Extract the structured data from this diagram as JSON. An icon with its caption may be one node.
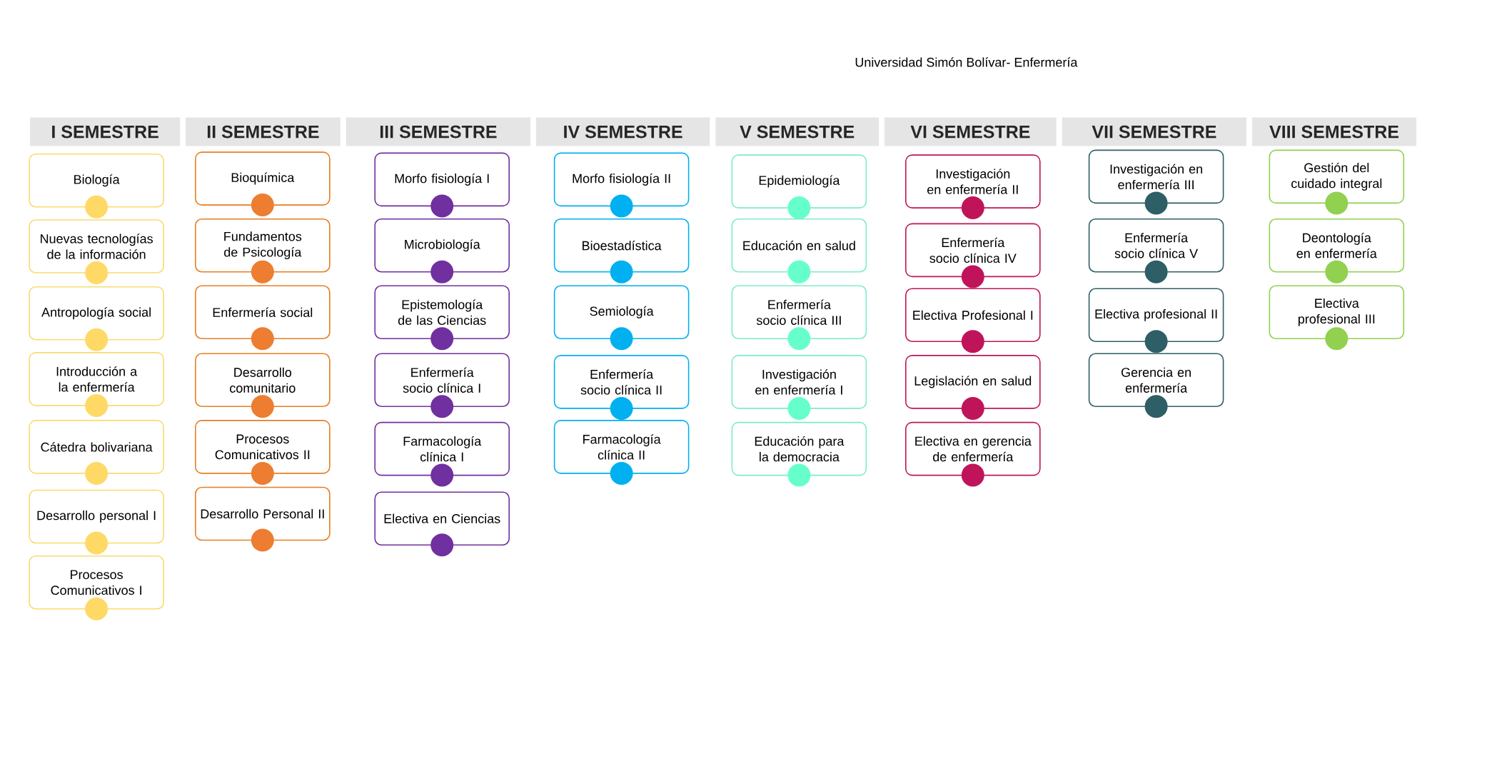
{
  "diagram": {
    "title": "Universidad Simón Bolívar- Enfermería",
    "nodes": [
      {
        "text": [
          "I SEMESTRE"
        ]
      },
      {
        "text": [
          "II SEMESTRE"
        ]
      },
      {
        "text": [
          "III SEMESTRE"
        ]
      },
      {
        "text": [
          "IV SEMESTRE"
        ]
      },
      {
        "text": [
          "V SEMESTRE"
        ]
      },
      {
        "text": [
          "VI SEMESTRE"
        ]
      },
      {
        "text": [
          "VII SEMESTRE"
        ]
      },
      {
        "text": [
          "VIII SEMESTRE"
        ]
      },
      {
        "text": [
          "Biología"
        ]
      },
      {
        "text": [
          "Nuevas tecnologías de la información"
        ]
      },
      {
        "text": [
          "Antropología social"
        ]
      },
      {
        "text": [
          "Introducción a la enfermería"
        ]
      },
      {
        "text": [
          "Cátedra bolivariana"
        ]
      },
      {
        "text": [
          "Desarrollo personal I"
        ]
      },
      {
        "text": [
          "Procesos Comunicativos I"
        ]
      },
      {
        "text": [
          "Bioquímica"
        ]
      },
      {
        "text": [
          "Fundamentos de Psicología"
        ]
      },
      {
        "text": [
          "Enfermería social"
        ]
      },
      {
        "text": [
          "Desarrollo comunitario"
        ]
      },
      {
        "text": [
          "Procesos Comunicativos II"
        ]
      },
      {
        "text": [
          "Desarrollo Personal II"
        ]
      },
      {
        "text": [
          "Morfo fisiología I"
        ]
      },
      {
        "text": [
          "Microbiología"
        ]
      },
      {
        "text": [
          "Epistemología de las Ciencias"
        ]
      },
      {
        "text": [
          "Enfermería socio clínica I"
        ]
      },
      {
        "text": [
          "Farmacología clínica I"
        ]
      },
      {
        "text": [
          "Electiva en Ciencias"
        ]
      },
      {
        "text": [
          "Morfo fisiología II"
        ]
      },
      {
        "text": [
          "Bioestadística"
        ]
      },
      {
        "text": [
          "Semiología"
        ]
      },
      {
        "text": [
          "Enfermería socio clínica II"
        ]
      },
      {
        "text": [
          "Farmacología clínica II"
        ]
      },
      {
        "text": [
          "Epidemiología"
        ]
      },
      {
        "text": [
          "Educación en salud"
        ]
      },
      {
        "text": [
          "Enfermería socio clínica III"
        ]
      },
      {
        "text": [
          "Investigación en enfermería I"
        ]
      },
      {
        "text": [
          "Educación para la democracia"
        ]
      },
      {
        "text": [
          "Investigación en enfermería II"
        ]
      },
      {
        "text": [
          "Enfermería socio clínica IV"
        ]
      },
      {
        "text": [
          "Electiva Profesional I"
        ]
      },
      {
        "text": [
          "Legislación en salud"
        ]
      },
      {
        "text": [
          "Electiva en gerencia de enfermería"
        ]
      },
      {
        "text": [
          "Investigación en enfermería III"
        ]
      },
      {
        "text": [
          "Enfermería socio clínica V"
        ]
      },
      {
        "text": [
          "Electiva profesional II"
        ]
      },
      {
        "text": [
          "Gerencia en enfermería"
        ]
      },
      {
        "text": [
          "Gestión del cuidado integral"
        ]
      },
      {
        "text": [
          "Deontología en enfermería"
        ]
      },
      {
        "text": [
          "Electiva profesional III"
        ]
      }
    ]
  }
}
